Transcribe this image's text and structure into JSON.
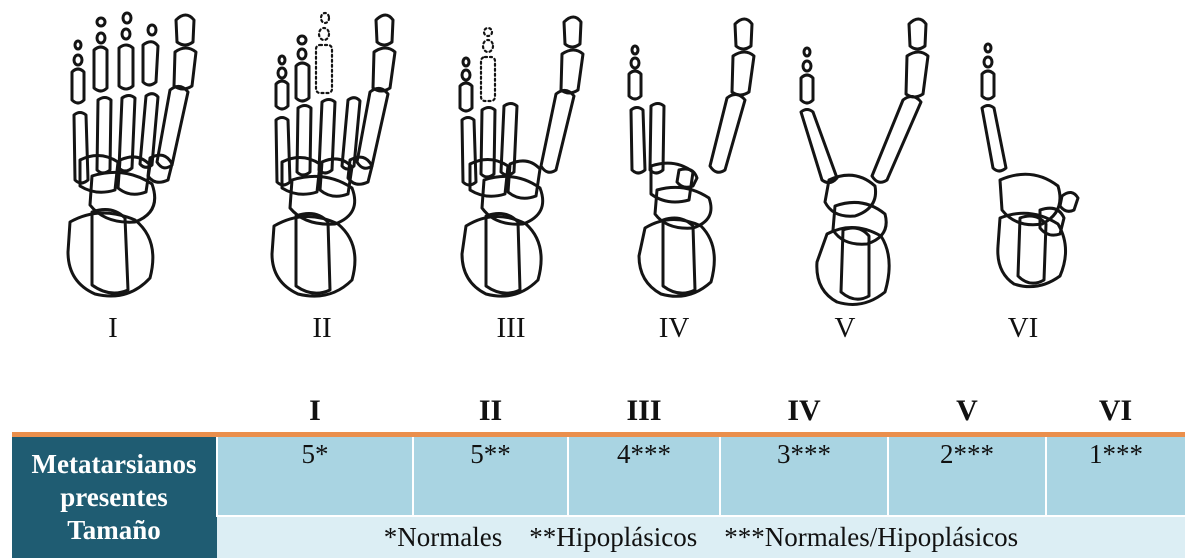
{
  "figure": {
    "labels": [
      "I",
      "II",
      "III",
      "IV",
      "V",
      "VI"
    ]
  },
  "table": {
    "headers": [
      "",
      "I",
      "II",
      "III",
      "IV",
      "V",
      "VI"
    ],
    "row_header_line1": "Metatarsianos",
    "row_header_line2": "presentes",
    "row_header_line3": "Tamaño",
    "values": [
      "5*",
      "5**",
      "4***",
      "3***",
      "2***",
      "1***"
    ],
    "size_note": "*Normales    **Hipoplásicos    ***Normales/Hipoplásicos"
  },
  "colors": {
    "header_rule": "#ea8f4c",
    "row_header_bg": "#1f5c72",
    "value_bg": "#a9d4e2",
    "note_bg": "#dceef4"
  }
}
